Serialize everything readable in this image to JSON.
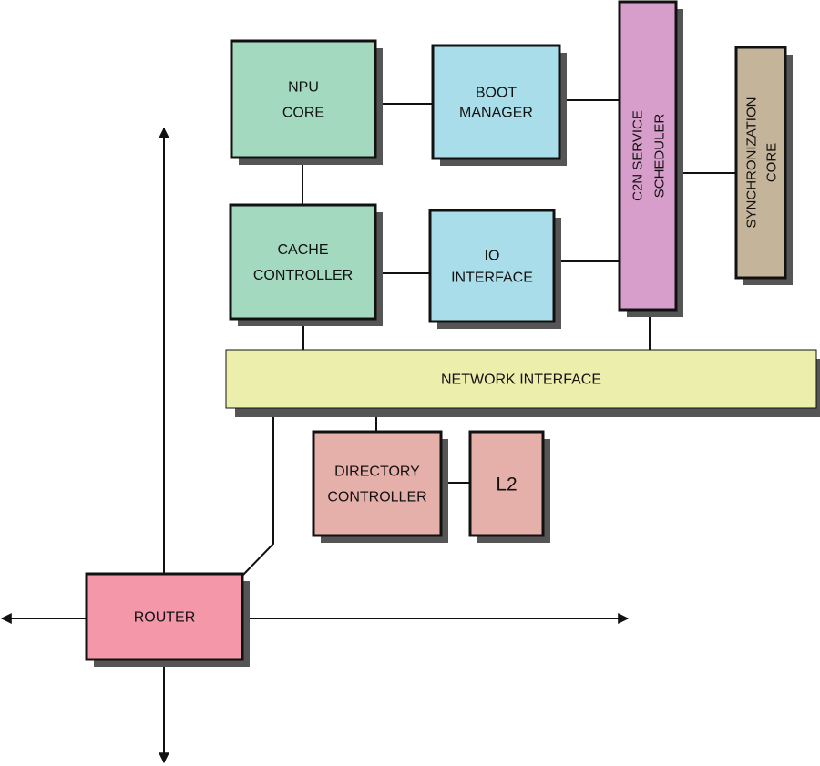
{
  "blocks": {
    "npu_core": {
      "lines": [
        "NPU",
        "CORE"
      ],
      "color": "#a3d9bf"
    },
    "boot_manager": {
      "lines": [
        "BOOT",
        "MANAGER"
      ],
      "color": "#a9dde9"
    },
    "cache_controller": {
      "lines": [
        "CACHE",
        "CONTROLLER"
      ],
      "color": "#a3d9bf"
    },
    "io_interface": {
      "lines": [
        "IO",
        "INTERFACE"
      ],
      "color": "#a9dde9"
    },
    "c2n_scheduler": {
      "lines": [
        "C2N SERVICE",
        "SCHEDULER"
      ],
      "color": "#d89ecb"
    },
    "sync_core": {
      "lines": [
        "SYNCHRONIZATION",
        "CORE"
      ],
      "color": "#c4b49a"
    },
    "network_interface": {
      "lines": [
        "NETWORK INTERFACE"
      ],
      "color": "#ecefac"
    },
    "directory_controller": {
      "lines": [
        "DIRECTORY",
        "CONTROLLER"
      ],
      "color": "#e6b0aa"
    },
    "l2": {
      "lines": [
        "L2"
      ],
      "color": "#e6b0aa"
    },
    "router": {
      "lines": [
        "ROUTER"
      ],
      "color": "#f497a8"
    }
  },
  "colors": {
    "shadow": "#555555",
    "line": "#111111",
    "background": "#ffffff"
  }
}
